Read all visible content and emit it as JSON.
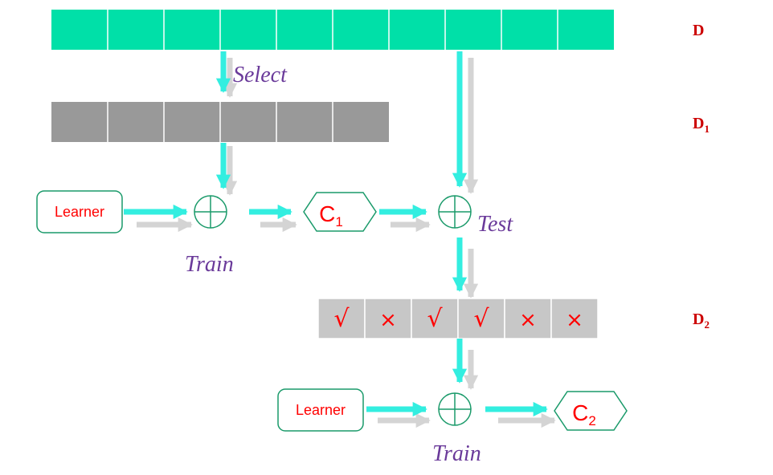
{
  "colors": {
    "dataset_full": "#00e0a8",
    "dataset_subset": "#999999",
    "arrow": "#33eee0",
    "shadow": "#c8c8c8",
    "label_red": "#cc0000",
    "label_purple": "#6a3a9a",
    "node_stroke": "#1a9a6a",
    "node_text": "#ff0000",
    "cell_border": "#ffffff"
  },
  "datasets": {
    "D": {
      "label": "D",
      "cells": [
        "",
        "",
        "",
        "",
        "",
        "",
        "",
        "",
        "",
        ""
      ]
    },
    "D1": {
      "label": "D",
      "subscript": "1",
      "cells": [
        "",
        "",
        "",
        "",
        "",
        ""
      ]
    },
    "D2": {
      "label": "D",
      "subscript": "2",
      "cells": [
        "√",
        "×",
        "√",
        "√",
        "×",
        "×"
      ]
    }
  },
  "nodes": {
    "learner1": "Learner",
    "learner2": "Learner",
    "classifier1": {
      "label": "C",
      "subscript": "1"
    },
    "classifier2": {
      "label": "C",
      "subscript": "2"
    }
  },
  "labels": {
    "select": "Select",
    "train1": "Train",
    "test": "Test",
    "train2": "Train"
  }
}
